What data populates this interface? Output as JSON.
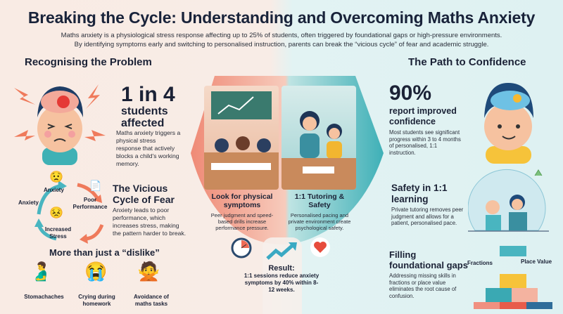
{
  "header": {
    "title": "Breaking the Cycle: Understanding and Overcoming Maths Anxiety",
    "subtitle_line1": "Maths anxiety is a physiological stress response affecting up to 25% of students, often triggered by foundational gaps or high-pressure environments.",
    "subtitle_line2": "By identifying symptoms early and switching to personalised instruction, parents can break the “vicious cycle” of fear and academic struggle."
  },
  "left": {
    "section_title": "Recognising the Problem",
    "stat_big": "1 in 4",
    "stat_label": "students affected",
    "stat_text": "Maths anxiety triggers a physical stress response that actively blocks a child's working memory.",
    "cycle": {
      "title": "The Vicious Cycle of Fear",
      "text": "Anxiety leads to poor performance, which increases stress, making the pattern harder to break.",
      "nodes": [
        "Anxiety",
        "Poor Performance",
        "Increased Stress",
        "Anxiety"
      ]
    },
    "dislike": {
      "title": "More than just a “dislike”",
      "items": [
        "Stomachaches",
        "Crying during homework",
        "Avoidance of maths tasks"
      ]
    }
  },
  "center": {
    "left_card": {
      "title": "Look for physical symptoms",
      "text": "Peer judgment and speed-based drills increase performance pressure.",
      "icon": "timer-icon"
    },
    "right_card": {
      "title": "1:1 Tutoring & Safety",
      "text": "Personalised pacing and private environment create psychological safety.",
      "icon": "heart-icon"
    },
    "result": {
      "title": "Result:",
      "text": "1:1 sessions reduce anxiety symptoms by 40% within 8-12 weeks.",
      "icon": "trend-up-icon"
    }
  },
  "right": {
    "section_title": "The Path to Confidence",
    "stat_big": "90%",
    "stat_label": "report improved confidence",
    "stat_text": "Most students see significant progress within 3 to 4 months of personalised, 1:1 instruction.",
    "safety": {
      "title": "Safety in 1:1 learning",
      "text": "Private tutoring removes peer judgment and allows for a patient, personalised pace."
    },
    "gaps": {
      "title": "Filling foundational gaps",
      "text": "Addressing missing skills in fractions or place value eliminates the root cause of confusion.",
      "labels": [
        "Fractions",
        "Place Value"
      ]
    }
  },
  "colors": {
    "coral": "#ec6a55",
    "teal": "#3aa9b3",
    "navy": "#19233a",
    "peach_bg": "#f9ebe4",
    "mint_bg": "#e0f2f2"
  }
}
